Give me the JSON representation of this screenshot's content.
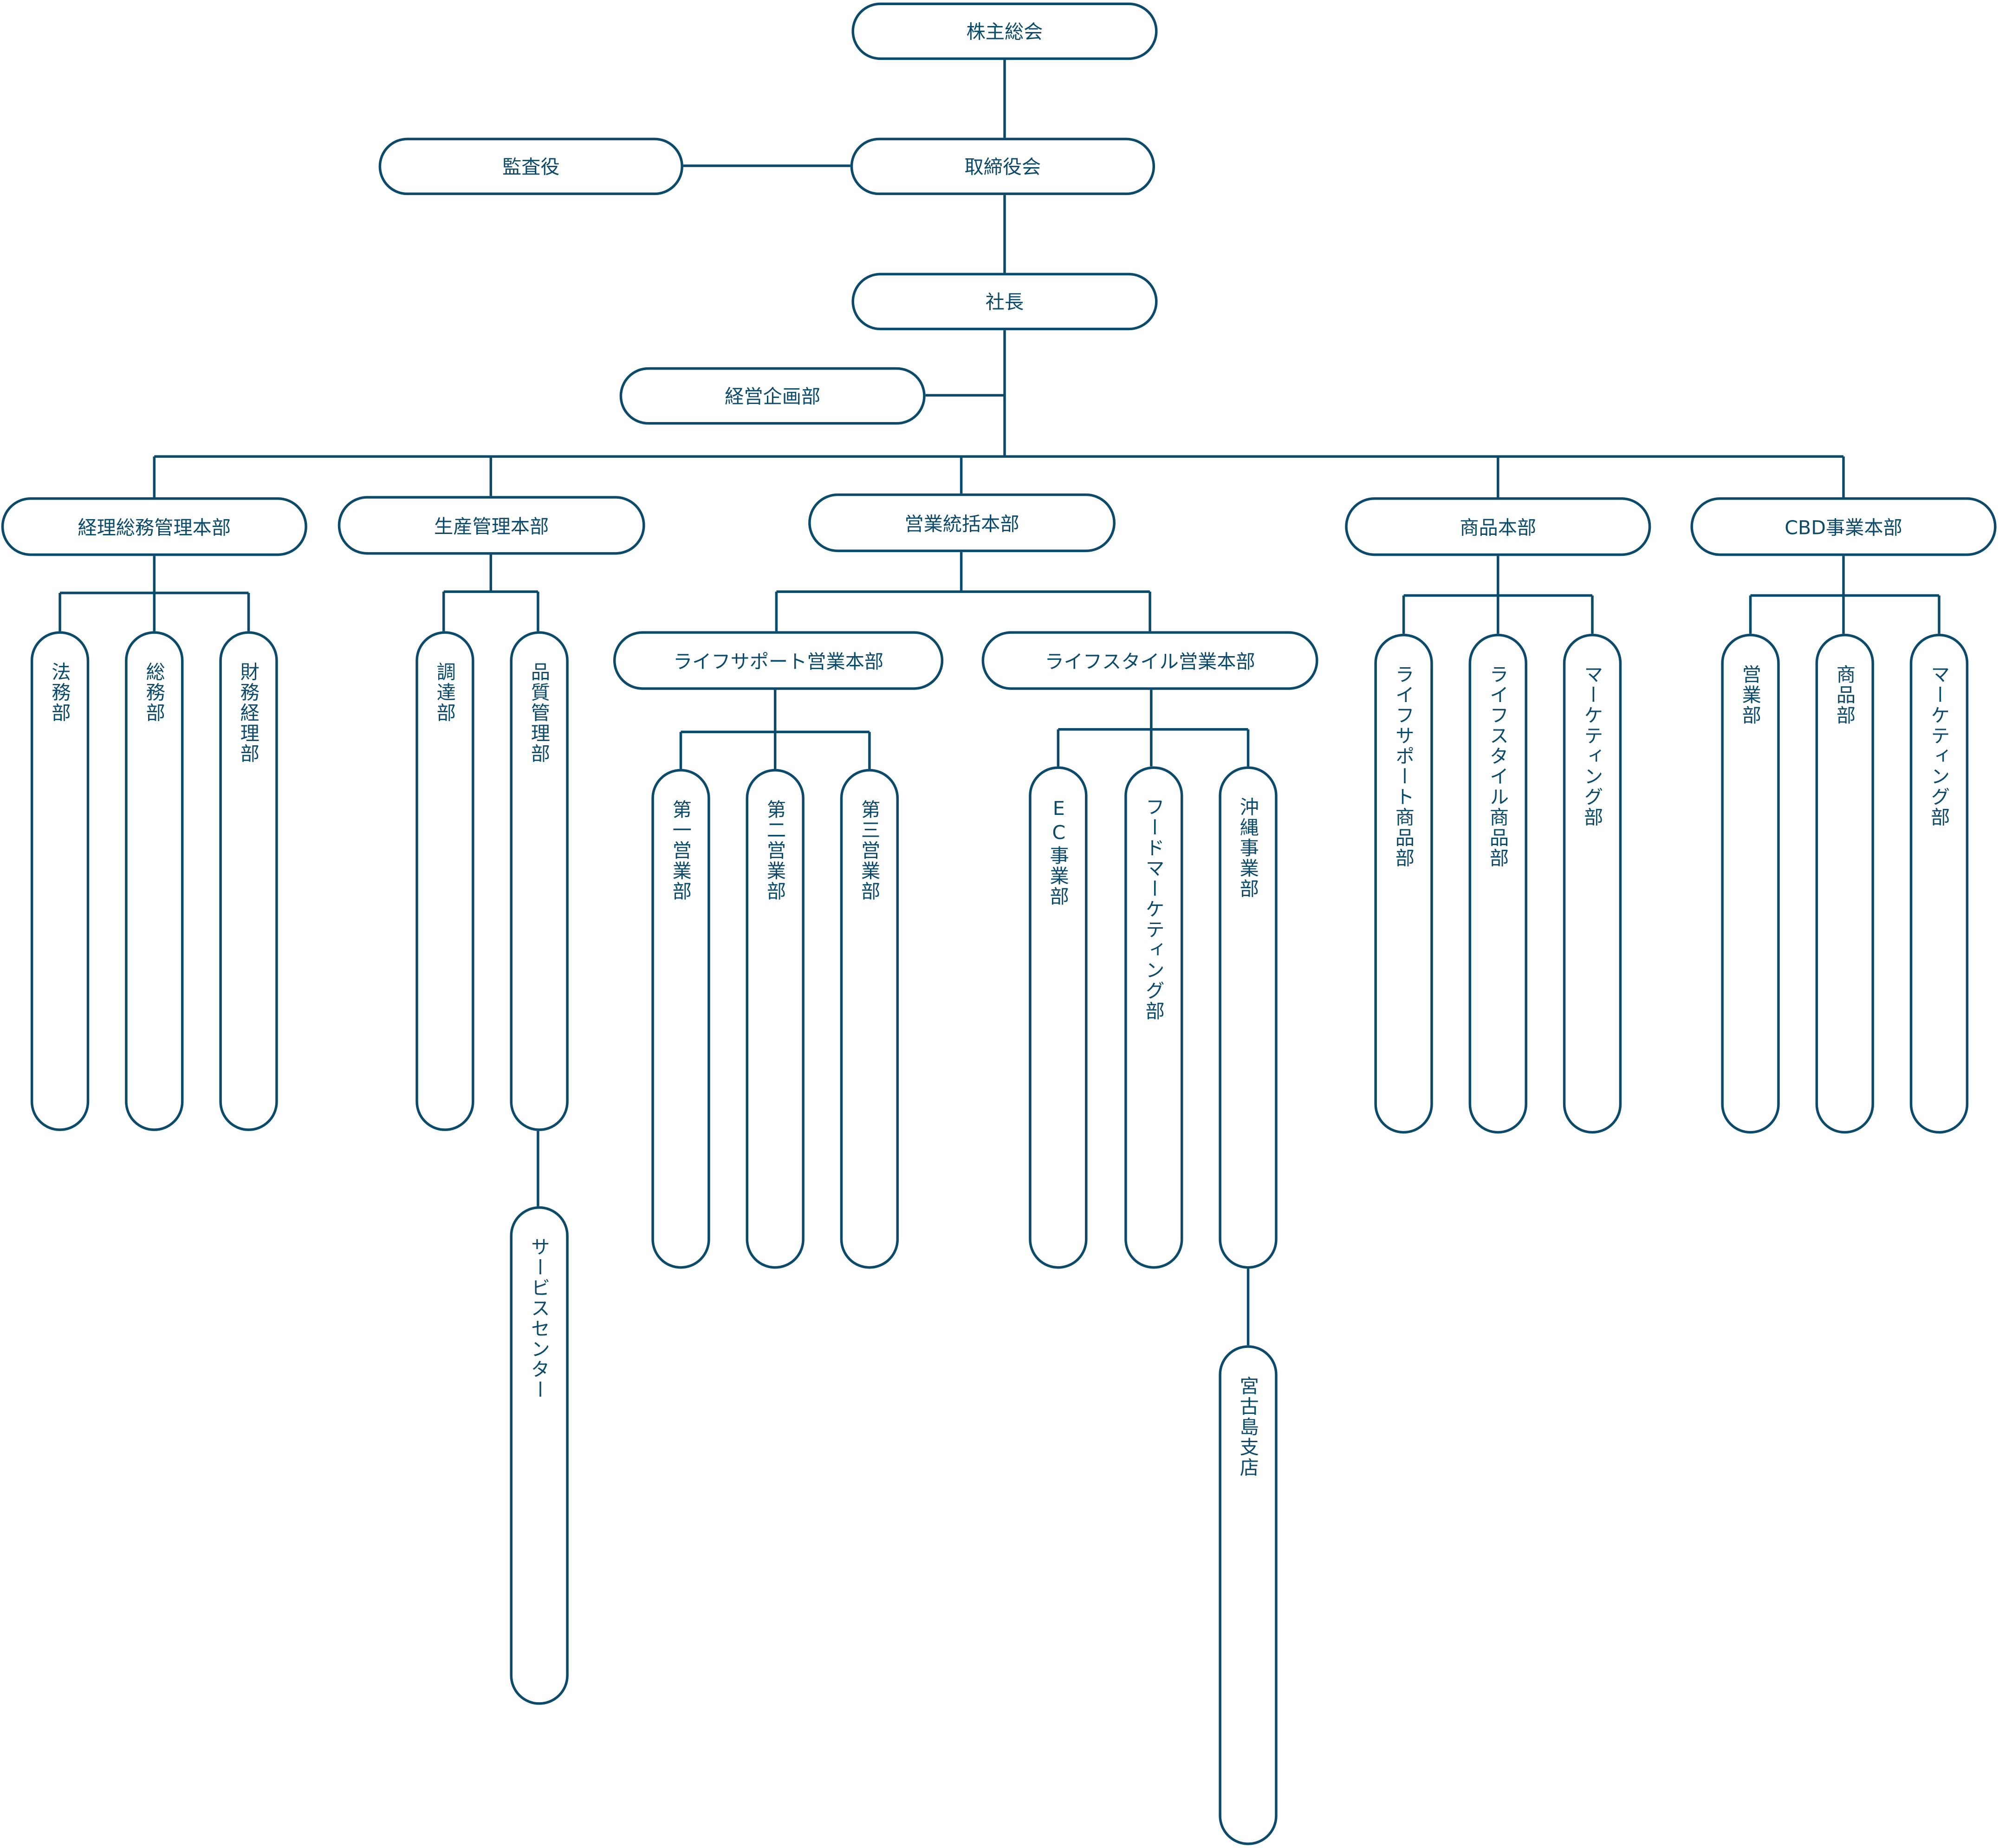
{
  "org_chart": {
    "shareholders": "株主総会",
    "auditor": "監査役",
    "board": "取締役会",
    "president": "社長",
    "corporate_planning": "経営企画部",
    "divisions": {
      "finance_admin": {
        "label": "経理総務管理本部",
        "children": [
          "法務部",
          "総務部",
          "財務経理部"
        ]
      },
      "production": {
        "label": "生産管理本部",
        "children": [
          "調達部",
          "品質管理部"
        ],
        "sub": "サービスセンター"
      },
      "sales": {
        "label": "営業統括本部",
        "life_support": {
          "label": "ライフサポート営業本部",
          "children": [
            "第一営業部",
            "第二営業部",
            "第三営業部"
          ]
        },
        "life_style": {
          "label": "ライフスタイル営業本部",
          "children": [
            "EC事業部",
            "フードマーケティング部",
            "沖縄事業部"
          ],
          "sub": "宮古島支店"
        }
      },
      "products": {
        "label": "商品本部",
        "children": [
          "ライフサポート商品部",
          "ライフスタイル商品部",
          "マーケティング部"
        ]
      },
      "cbd": {
        "label": "CBD事業本部",
        "children": [
          "営業部",
          "商品部",
          "マーケティング部"
        ]
      }
    }
  },
  "colors": {
    "stroke": "#0b4a6a",
    "background": "#ffffff"
  }
}
